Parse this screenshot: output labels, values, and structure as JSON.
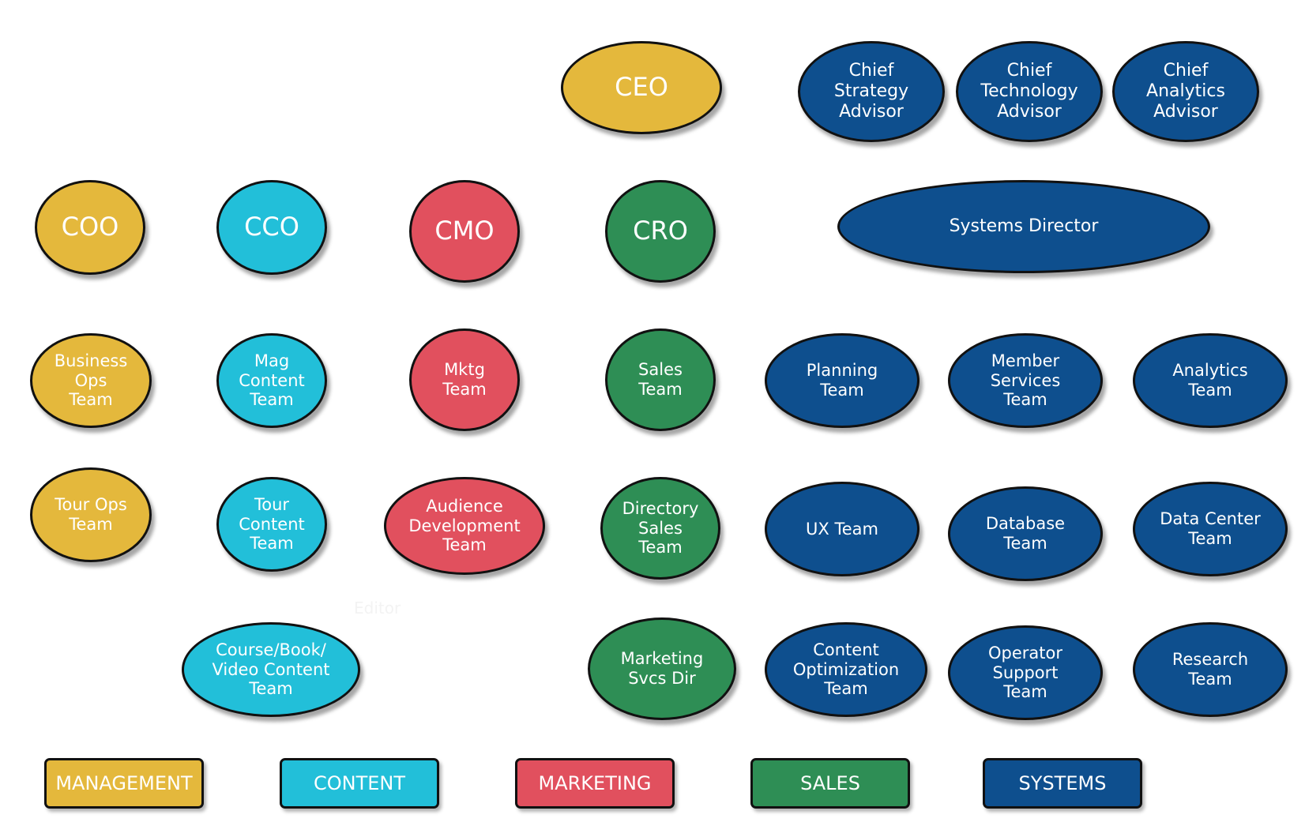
{
  "nodes": {
    "ceo": "CEO",
    "chief_strategy_advisor": "Chief\nStrategy\nAdvisor",
    "chief_technology_advisor": "Chief\nTechnology\nAdvisor",
    "chief_analytics_advisor": "Chief\nAnalytics\nAdvisor",
    "coo": "COO",
    "cco": "CCO",
    "cmo": "CMO",
    "cro": "CRO",
    "systems_director": "Systems Director",
    "business_ops_team": "Business\nOps\nTeam",
    "mag_content_team": "Mag\nContent\nTeam",
    "mktg_team": "Mktg\nTeam",
    "sales_team": "Sales\nTeam",
    "planning_team": "Planning\nTeam",
    "member_services_team": "Member\nServices\nTeam",
    "analytics_team": "Analytics\nTeam",
    "tour_ops_team": "Tour Ops\nTeam",
    "tour_content_team": "Tour\nContent\nTeam",
    "audience_development_team": "Audience\nDevelopment\nTeam",
    "directory_sales_team": "Directory\nSales\nTeam",
    "ux_team": "UX Team",
    "database_team": "Database\nTeam",
    "data_center_team": "Data Center\nTeam",
    "course_book_video_content_team": "Course/Book/\nVideo Content\nTeam",
    "marketing_svcs_dir": "Marketing\nSvcs Dir",
    "content_optimization_team": "Content\nOptimization\nTeam",
    "operator_support_team": "Operator\nSupport\nTeam",
    "research_team": "Research\nTeam"
  },
  "legend": {
    "management": "MANAGEMENT",
    "content": "CONTENT",
    "marketing": "MARKETING",
    "sales": "SALES",
    "systems": "SYSTEMS"
  },
  "ghost_label": "Editor",
  "colors": {
    "management": "#E4B83C",
    "content": "#22BFD9",
    "marketing": "#E1505E",
    "sales": "#2E8E55",
    "systems": "#0E4F8E"
  }
}
